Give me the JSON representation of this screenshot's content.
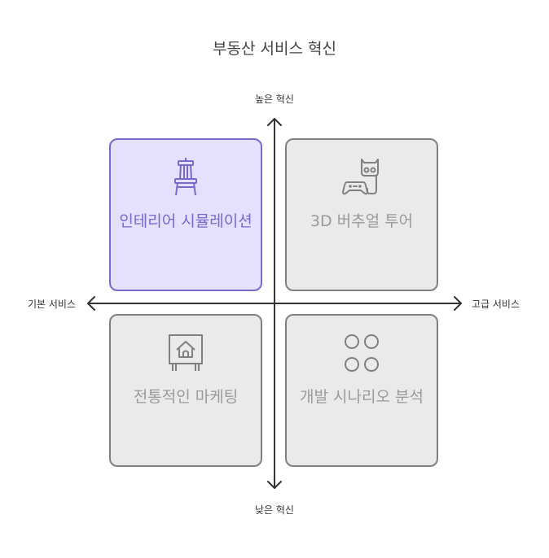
{
  "title": "부동산 서비스 혁신",
  "axes": {
    "top": "높은 혁신",
    "bottom": "낮은 혁신",
    "left": "기본 서비스",
    "right": "고급 서비스"
  },
  "quadrants": [
    {
      "position": "top-left",
      "label": "인테리어 시뮬레이션",
      "icon": "easel-icon",
      "highlighted": true
    },
    {
      "position": "top-right",
      "label": "3D 버추얼 투어",
      "icon": "vr-gamepad-icon",
      "highlighted": false
    },
    {
      "position": "bottom-left",
      "label": "전통적인 마케팅",
      "icon": "house-sign-icon",
      "highlighted": false
    },
    {
      "position": "bottom-right",
      "label": "개발 시나리오 분석",
      "icon": "four-circles-icon",
      "highlighted": false
    }
  ],
  "colors": {
    "highlight_border": "#7a68cc",
    "highlight_fill": "#e4e0fd",
    "default_border": "#808080",
    "default_fill": "#eaeaea",
    "axis": "#333333"
  }
}
